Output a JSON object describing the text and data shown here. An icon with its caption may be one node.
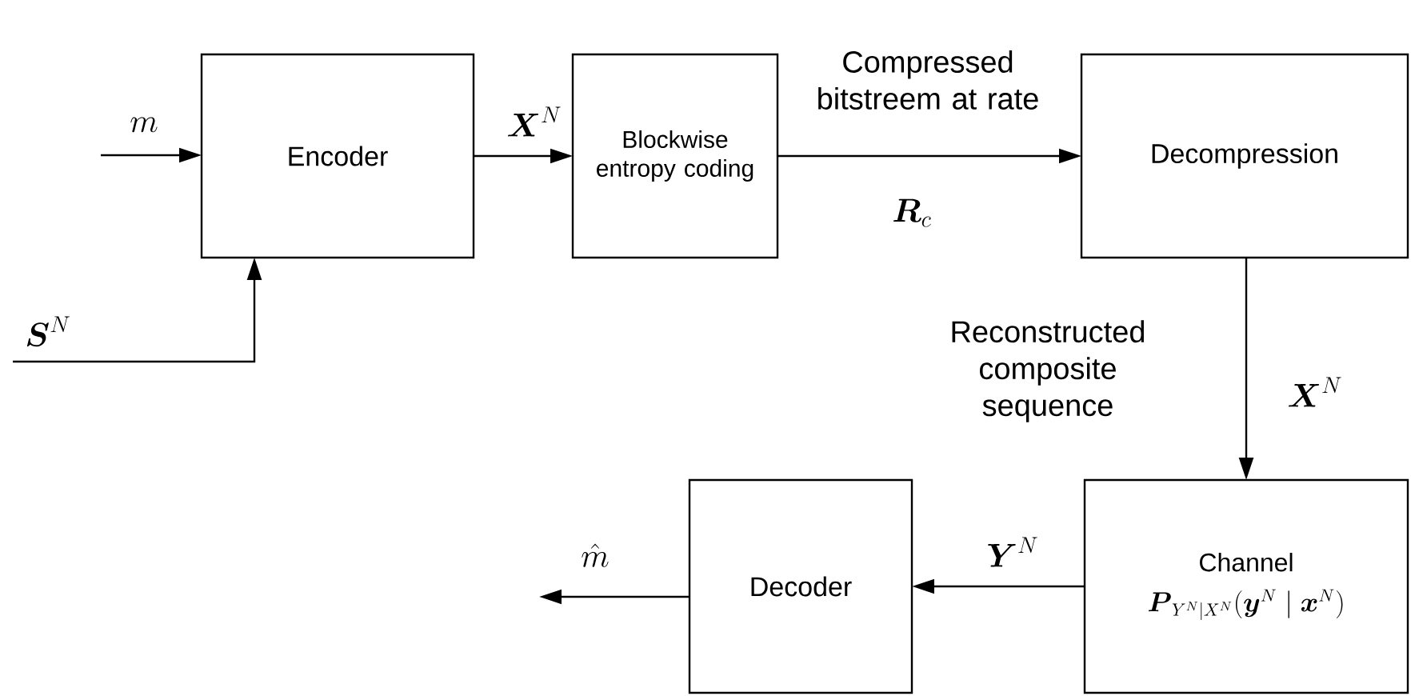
{
  "diagram": {
    "nodes": [
      {
        "text": [
          "Encoder"
        ]
      },
      {
        "text": [
          "Blockwise entropy coding"
        ]
      },
      {
        "text": [
          "Decompression"
        ]
      },
      {
        "text": [
          "Channel",
          "\\boldsymbol{P}_{Y^N|X^N}(\\boldsymbol{y}^N \\mid \\boldsymbol{x}^N)"
        ]
      },
      {
        "text": [
          "Decoder"
        ]
      }
    ],
    "edges": [
      {
        "from": null,
        "to": 0,
        "arrow": "to",
        "label": "m"
      },
      {
        "from": null,
        "to": 0,
        "arrow": "to",
        "label": "\\boldsymbol{S}^N"
      },
      {
        "from": 0,
        "to": 1,
        "arrow": "to",
        "label": "\\boldsymbol{X}^N"
      },
      {
        "from": 1,
        "to": 2,
        "arrow": "to",
        "label": "Compressed bitstreem at rate"
      },
      {
        "from": 2,
        "to": 3,
        "arrow": "to",
        "label": "\\boldsymbol{X}^N"
      },
      {
        "from": 3,
        "to": 4,
        "arrow": "to",
        "label": "\\boldsymbol{Y}^N"
      },
      {
        "from": 4,
        "to": null,
        "arrow": "to",
        "label": "\\hat{m}"
      }
    ],
    "labels": [
      "\\boldsymbol{R}_c",
      "Reconstructed composite sequence"
    ]
  }
}
